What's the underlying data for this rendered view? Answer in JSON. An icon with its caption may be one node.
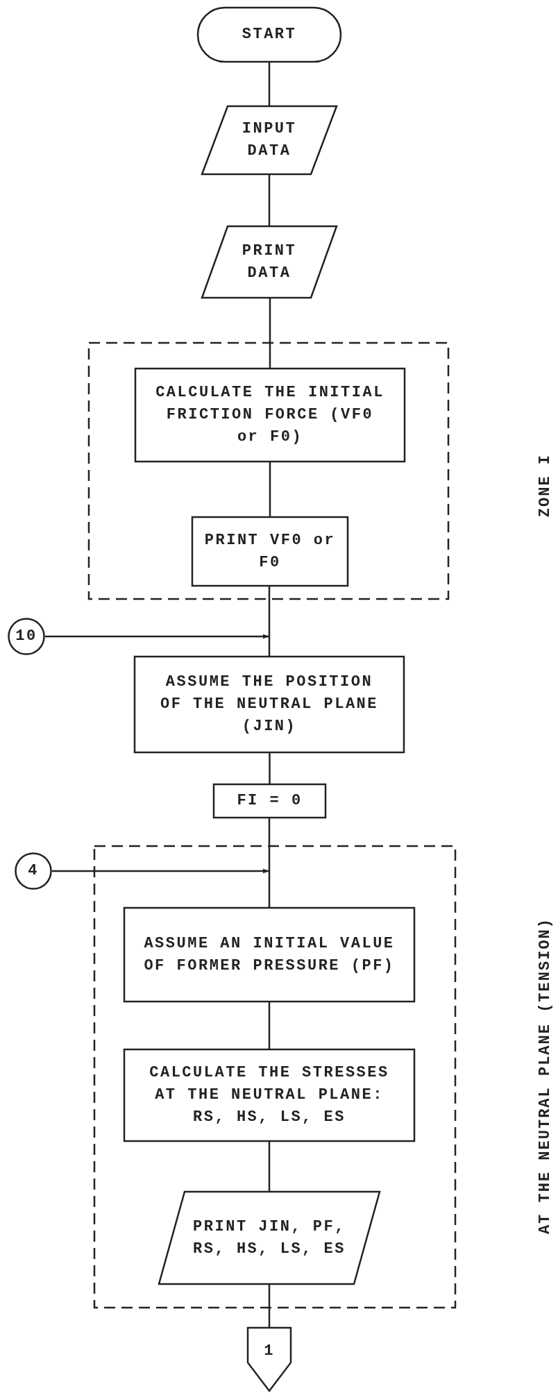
{
  "diagram": {
    "nodes": [
      {
        "text": [
          "START"
        ]
      },
      {
        "text": [
          "INPUT DATA"
        ]
      },
      {
        "text": [
          "PRINT DATA"
        ]
      },
      {
        "text": [],
        "shape": "box"
      },
      {
        "text": [
          "CALCULATE THE INITIAL FRICTION FORCE (VF0 or F0)"
        ],
        "in": 3
      },
      {
        "text": [
          "PRINT VF0 or F0"
        ],
        "in": 3
      },
      {
        "text": [
          "10"
        ]
      },
      {
        "text": [
          "ASSUME THE POSITION OF THE NEUTRAL PLANE (JIN)"
        ]
      },
      {
        "text": [
          "FI = 0"
        ]
      },
      {
        "text": [],
        "shape": "box"
      },
      {
        "text": [
          "4"
        ]
      },
      {
        "text": [
          "ASSUME AN INITIAL VALUE OF FORMER PRESSURE (PF)"
        ],
        "in": 9
      },
      {
        "text": [
          "CALCULATE THE STRESSES AT THE NEUTRAL PLANE: RS, HS, LS, ES"
        ],
        "in": 9
      },
      {
        "text": [
          "PRINT JIN, PF, RS, HS, LS, ES"
        ],
        "in": 9
      },
      {
        "text": [
          "1"
        ]
      }
    ],
    "edges": [
      {
        "from": 0,
        "to": 1,
        "arrow": "none"
      },
      {
        "from": 1,
        "to": 2,
        "arrow": "none"
      },
      {
        "from": 2,
        "to": 4,
        "arrow": "none"
      },
      {
        "from": 4,
        "to": 5,
        "arrow": "none"
      },
      {
        "from": 5,
        "to": 7,
        "arrow": "none"
      },
      {
        "from": 6,
        "to": 7,
        "arrow": "to"
      },
      {
        "from": 7,
        "to": 8,
        "arrow": "none"
      },
      {
        "from": 8,
        "to": 11,
        "arrow": "none"
      },
      {
        "from": 10,
        "to": 11,
        "arrow": "to"
      },
      {
        "from": 11,
        "to": 12,
        "arrow": "none"
      },
      {
        "from": 12,
        "to": 13,
        "arrow": "none"
      },
      {
        "from": 13,
        "to": 14,
        "arrow": "none"
      }
    ],
    "labels": [
      "ZONE I",
      "AT THE NEUTRAL PLANE (TENSION)"
    ]
  }
}
